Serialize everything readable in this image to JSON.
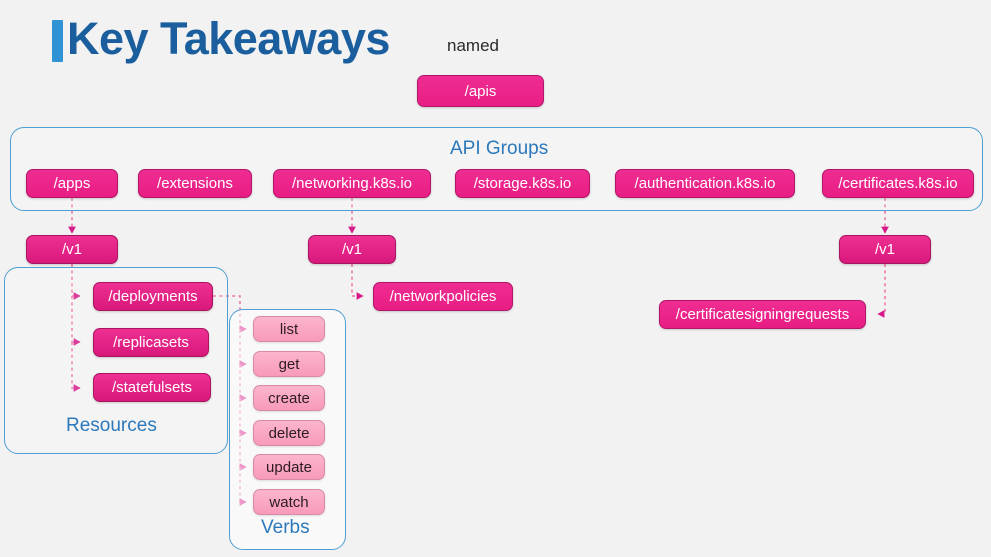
{
  "header": {
    "title": "Key Takeaways",
    "accent_bar_color": "#2f93d6",
    "title_color": "#1a5e9e",
    "side_label": "named"
  },
  "colors": {
    "background": "#f2f2f2",
    "panel_border": "#4e9fd2",
    "panel_label": "#2b79bb",
    "node_magenta": "#ec2a8c",
    "node_magenta_border": "#b3156a",
    "node_deep": "#d9187c",
    "node_light": "#f9a8c4",
    "node_light_text": "#2b1b22",
    "connector": "#ef6fa5",
    "arrowhead": "#d6198a"
  },
  "root": {
    "label": "/apis"
  },
  "api_groups_panel": {
    "title": "API Groups",
    "groups": [
      {
        "label": "/apps"
      },
      {
        "label": "/extensions"
      },
      {
        "label": "/networking.k8s.io"
      },
      {
        "label": "/storage.k8s.io"
      },
      {
        "label": "/authentication.k8s.io"
      },
      {
        "label": "/certificates.k8s.io"
      }
    ]
  },
  "versions": [
    {
      "label": "/v1",
      "parent": "/apps"
    },
    {
      "label": "/v1",
      "parent": "/networking.k8s.io"
    },
    {
      "label": "/v1",
      "parent": "/certificates.k8s.io"
    }
  ],
  "resources_panel": {
    "title": "Resources",
    "resources": [
      {
        "label": "/deployments"
      },
      {
        "label": "/replicasets"
      },
      {
        "label": "/statefulsets"
      }
    ]
  },
  "standalone_resources": [
    {
      "label": "/networkpolicies",
      "parent": "/v1 (networking)"
    },
    {
      "label": "/certificatesigningrequests",
      "parent": "/v1 (certificates)"
    }
  ],
  "verbs_panel": {
    "title": "Verbs",
    "verbs": [
      {
        "label": "list"
      },
      {
        "label": "get"
      },
      {
        "label": "create"
      },
      {
        "label": "delete"
      },
      {
        "label": "update"
      },
      {
        "label": "watch"
      }
    ]
  }
}
